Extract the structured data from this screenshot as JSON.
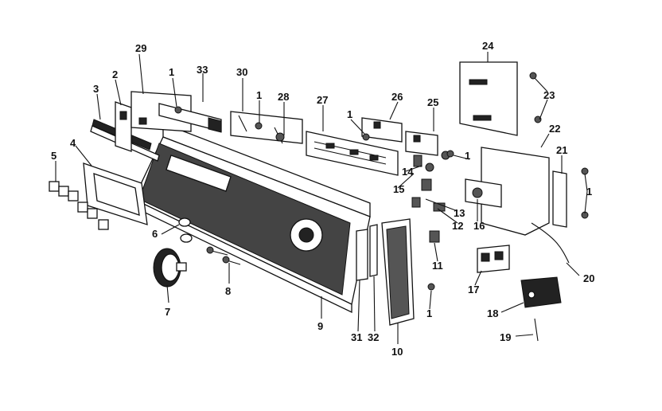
{
  "diagram": {
    "callouts": [
      {
        "id": "1a",
        "text": "1"
      },
      {
        "id": "1b",
        "text": "1"
      },
      {
        "id": "1c",
        "text": "1"
      },
      {
        "id": "1d",
        "text": "1"
      },
      {
        "id": "1e",
        "text": "1"
      },
      {
        "id": "1f",
        "text": "1"
      },
      {
        "id": "2",
        "text": "2"
      },
      {
        "id": "3",
        "text": "3"
      },
      {
        "id": "4",
        "text": "4"
      },
      {
        "id": "5",
        "text": "5"
      },
      {
        "id": "6",
        "text": "6"
      },
      {
        "id": "7",
        "text": "7"
      },
      {
        "id": "8",
        "text": "8"
      },
      {
        "id": "9",
        "text": "9"
      },
      {
        "id": "10",
        "text": "10"
      },
      {
        "id": "11",
        "text": "11"
      },
      {
        "id": "12",
        "text": "12"
      },
      {
        "id": "13",
        "text": "13"
      },
      {
        "id": "14",
        "text": "14"
      },
      {
        "id": "15",
        "text": "15"
      },
      {
        "id": "16",
        "text": "16"
      },
      {
        "id": "17",
        "text": "17"
      },
      {
        "id": "18",
        "text": "18"
      },
      {
        "id": "19",
        "text": "19"
      },
      {
        "id": "20",
        "text": "20"
      },
      {
        "id": "21",
        "text": "21"
      },
      {
        "id": "22",
        "text": "22"
      },
      {
        "id": "23",
        "text": "23"
      },
      {
        "id": "24",
        "text": "24"
      },
      {
        "id": "25",
        "text": "25"
      },
      {
        "id": "26",
        "text": "26"
      },
      {
        "id": "27",
        "text": "27"
      },
      {
        "id": "28",
        "text": "28"
      },
      {
        "id": "29",
        "text": "29"
      },
      {
        "id": "30",
        "text": "30"
      },
      {
        "id": "31",
        "text": "31"
      },
      {
        "id": "32",
        "text": "32"
      },
      {
        "id": "33",
        "text": "33"
      }
    ]
  }
}
